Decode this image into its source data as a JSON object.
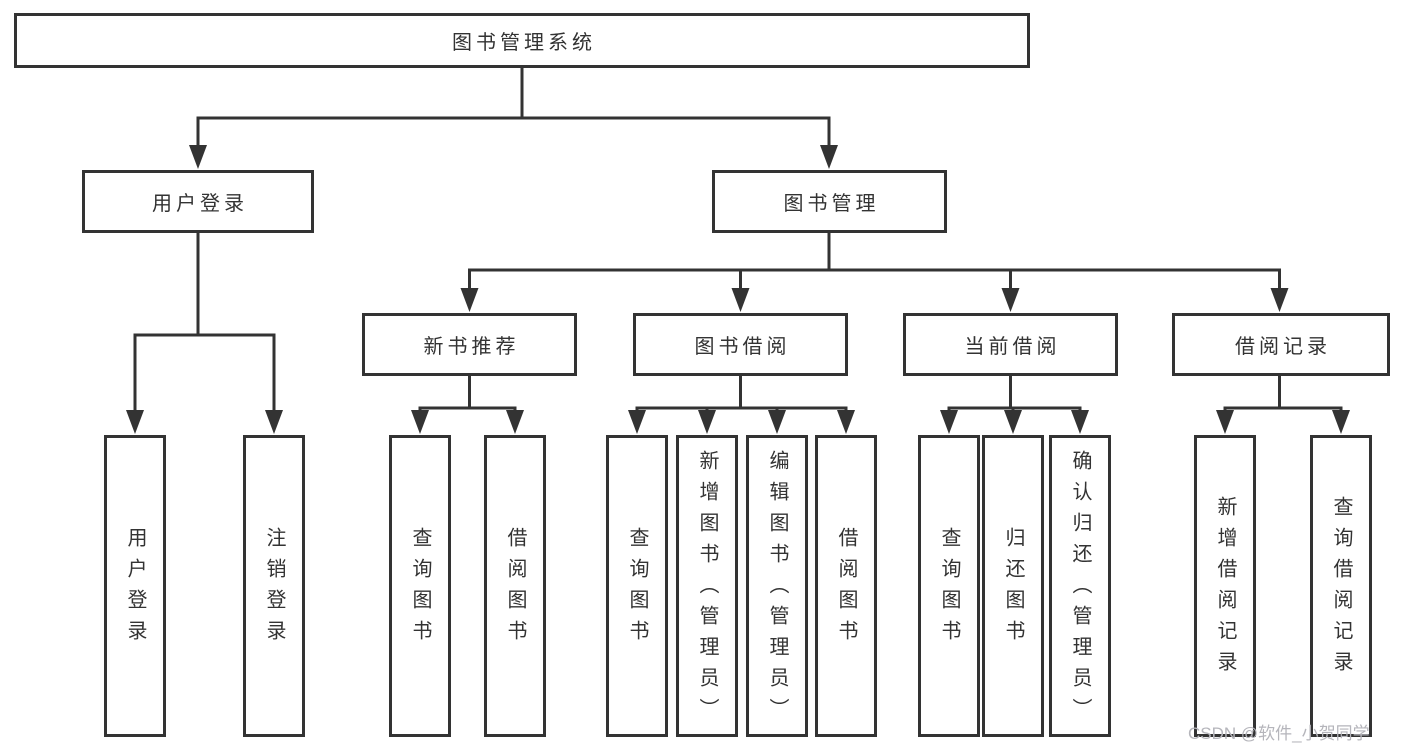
{
  "diagram_title": "图书管理系统",
  "tree": {
    "root": "图书管理系统",
    "children": [
      {
        "label": "用户登录",
        "children": [
          "用户登录",
          "注销登录"
        ]
      },
      {
        "label": "图书管理",
        "children": [
          {
            "label": "新书推荐",
            "children": [
              "查询图书",
              "借阅图书"
            ]
          },
          {
            "label": "图书借阅",
            "children": [
              "查询图书",
              "新增图书（管理员）",
              "编辑图书（管理员）",
              "借阅图书"
            ]
          },
          {
            "label": "当前借阅",
            "children": [
              "查询图书",
              "归还图书",
              "确认归还（管理员）"
            ]
          },
          {
            "label": "借阅记录",
            "children": [
              "新增借阅记录",
              "查询借阅记录"
            ]
          }
        ]
      }
    ]
  },
  "watermark": "CSDN @软件_小贺同学",
  "colors": {
    "line": "#333333",
    "box_border": "#333333",
    "box_fill": "#ffffff",
    "text": "#333333",
    "watermark": "#b5b5bb",
    "background": "#ffffff"
  }
}
